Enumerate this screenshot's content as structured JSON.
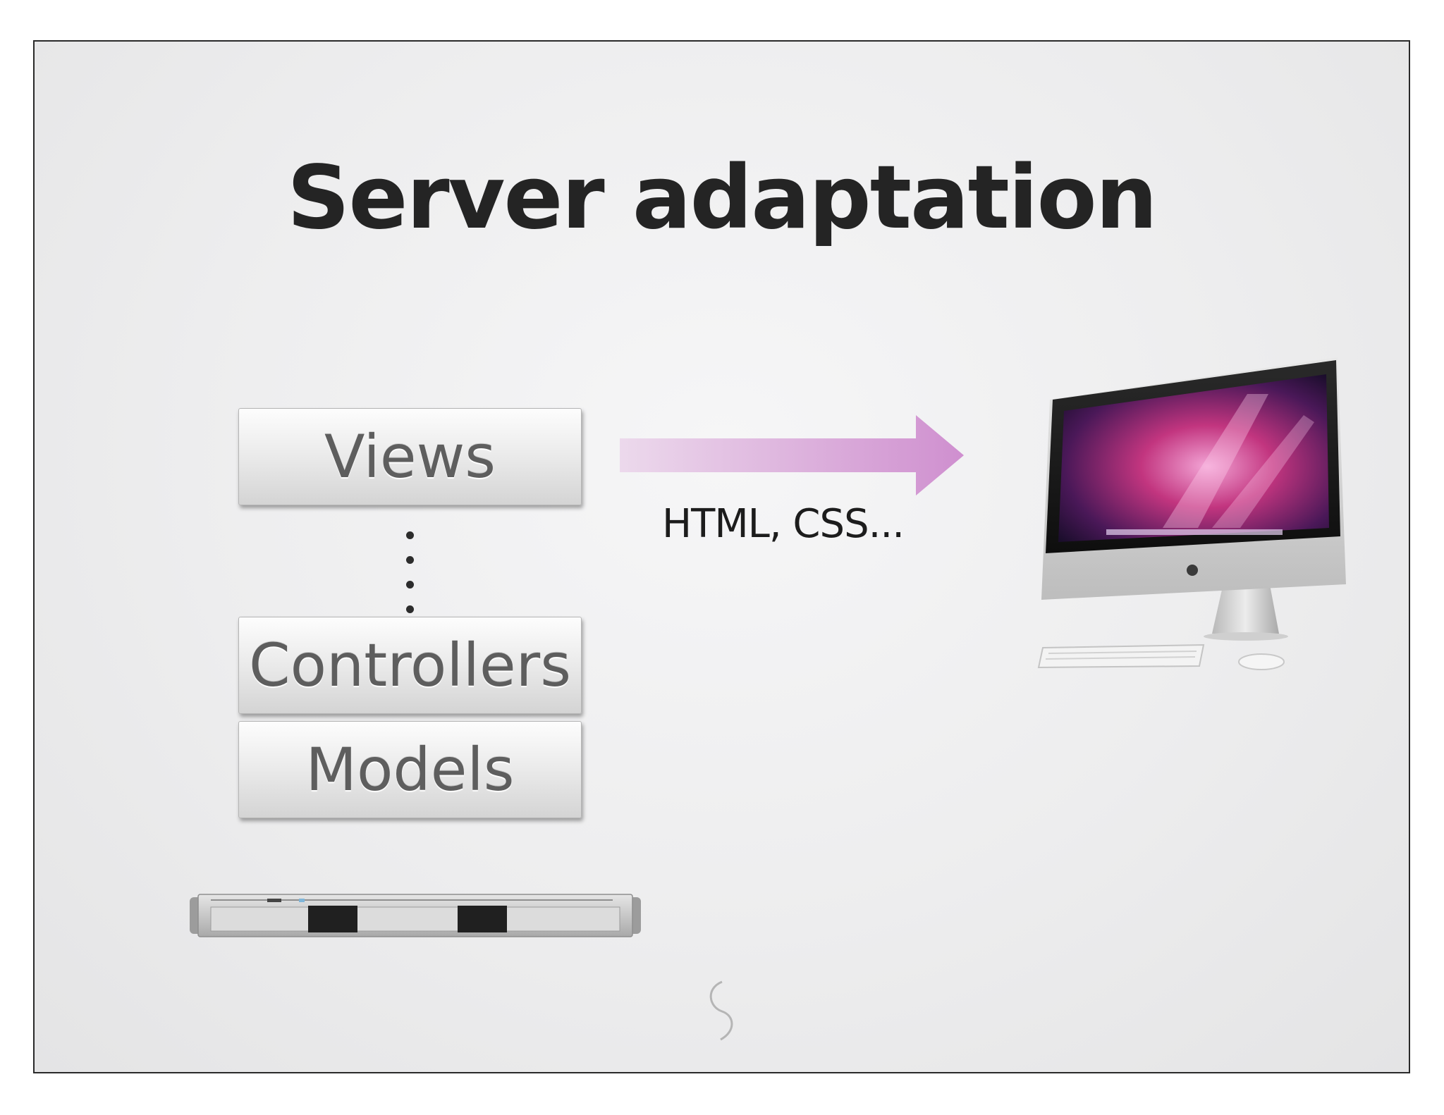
{
  "slide": {
    "title": "Server adaptation",
    "layers": [
      "Views",
      "Controllers",
      "Models"
    ],
    "arrow_label": "HTML, CSS..."
  },
  "icons": {
    "server": "rack-server-icon",
    "client": "desktop-computer-icon",
    "logo": "swirl-logo-icon"
  },
  "colors": {
    "arrow_start": "#ecd9ec",
    "arrow_end": "#cf8fcf",
    "title": "#242424",
    "screen_magenta": "#c2357f"
  }
}
